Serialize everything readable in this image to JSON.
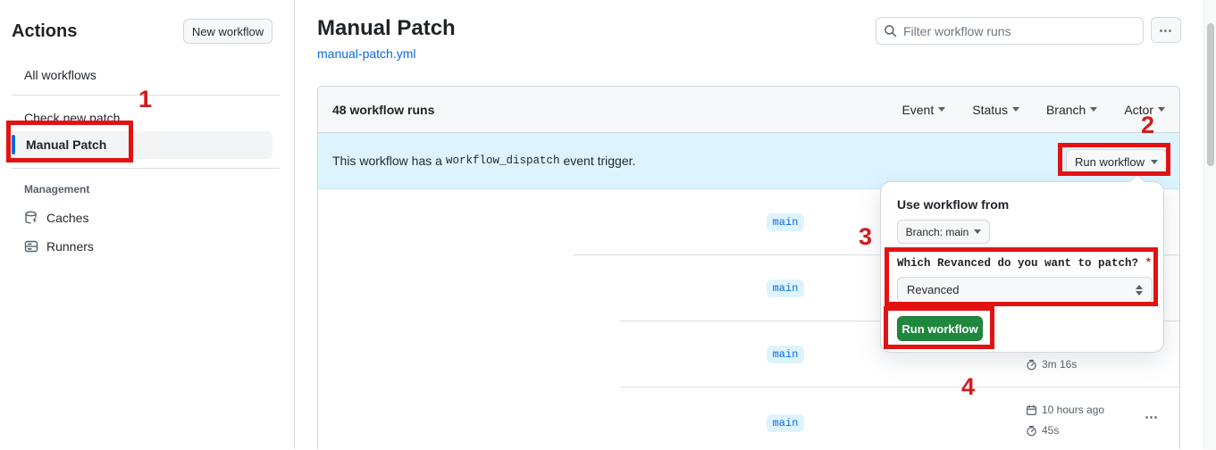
{
  "sidebar": {
    "title": "Actions",
    "new_workflow_button": "New workflow",
    "items": [
      {
        "label": "All workflows"
      },
      {
        "label": "Check new patch"
      },
      {
        "label": "Manual Patch",
        "selected": true
      }
    ],
    "management": {
      "label": "Management",
      "items": [
        {
          "label": "Caches",
          "icon": "cache-icon"
        },
        {
          "label": "Runners",
          "icon": "server-icon"
        }
      ]
    }
  },
  "header": {
    "title": "Manual Patch",
    "file_link": "manual-patch.yml",
    "search_placeholder": "Filter workflow runs",
    "more_button": "⋯"
  },
  "runs_table": {
    "count_label": "48 workflow runs",
    "filters": [
      {
        "label": "Event"
      },
      {
        "label": "Status"
      },
      {
        "label": "Branch"
      },
      {
        "label": "Actor"
      }
    ],
    "banner": {
      "text_before": "This workflow has a",
      "code": "workflow_dispatch",
      "text_after": "event trigger.",
      "run_workflow_button": "Run workflow"
    },
    "rows": [
      {
        "branch": "main"
      },
      {
        "branch": "main"
      },
      {
        "branch": "main",
        "duration": "3m 16s"
      },
      {
        "branch": "main",
        "time": "10 hours ago",
        "duration": "45s",
        "more": "⋯"
      }
    ]
  },
  "run_dialog": {
    "use_workflow_from": "Use workflow from",
    "branch_selector": "Branch: main",
    "input_label": "Which Revanced do you want to patch?",
    "required_marker": "*",
    "input_value": "Revanced",
    "run_button": "Run workflow"
  },
  "annotations": {
    "step1": "1",
    "step2": "2",
    "step3": "3",
    "step4": "4"
  },
  "colors": {
    "accent_red": "#e31212",
    "banner_blue": "#ddf4ff",
    "link_blue": "#0969da",
    "button_green": "#1f883d",
    "tab_accent_orange": "#f78166"
  }
}
